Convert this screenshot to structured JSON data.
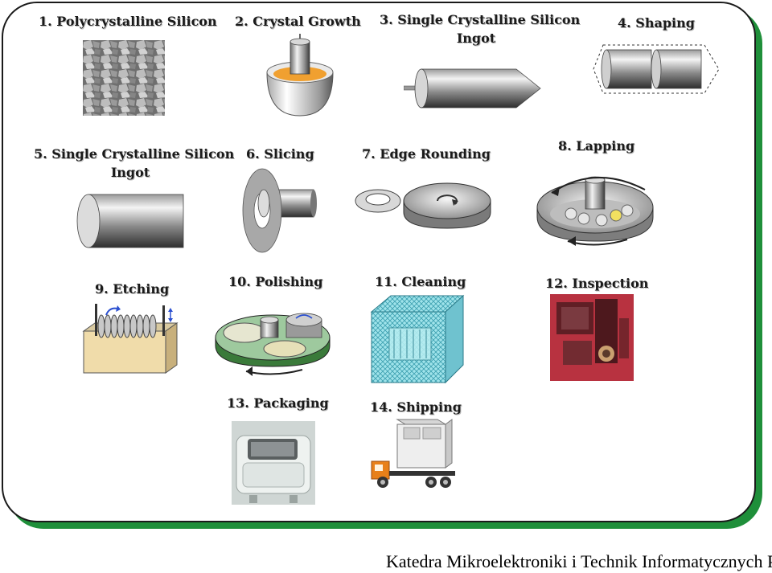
{
  "steps": [
    {
      "label": "1. Polycrystalline Silicon"
    },
    {
      "label": "2. Crystal Growth"
    },
    {
      "label": "3. Single Crystalline Silicon",
      "label2": "Ingot"
    },
    {
      "label": "4. Shaping"
    },
    {
      "label": "5. Single Crystalline Silicon",
      "label2": "Ingot"
    },
    {
      "label": "6. Slicing"
    },
    {
      "label": "7. Edge Rounding"
    },
    {
      "label": "8. Lapping"
    },
    {
      "label": "9. Etching"
    },
    {
      "label": "10. Polishing"
    },
    {
      "label": "11. Cleaning"
    },
    {
      "label": "12. Inspection"
    },
    {
      "label": "13. Packaging"
    },
    {
      "label": "14. Shipping"
    }
  ],
  "footer": "Katedra Mikroelektroniki i Technik Informatycznych PŁ",
  "colors": {
    "frame_shadow": "#1f8f3a",
    "melt": "#f0a030",
    "truck": "#e8801a",
    "inspection_bg": "#b83240",
    "cleaning": "#7fd6e0"
  },
  "icons": [
    "rock-pile-icon",
    "crucible-icon",
    "ingot-cone-icon",
    "ingot-shaping-icon",
    "ingot-cylinder-icon",
    "slicing-saw-icon",
    "edge-rounding-icon",
    "lapping-machine-icon",
    "etching-tank-icon",
    "polishing-machine-icon",
    "cleaning-tank-icon",
    "inspection-photo-icon",
    "package-box-icon",
    "truck-icon"
  ]
}
